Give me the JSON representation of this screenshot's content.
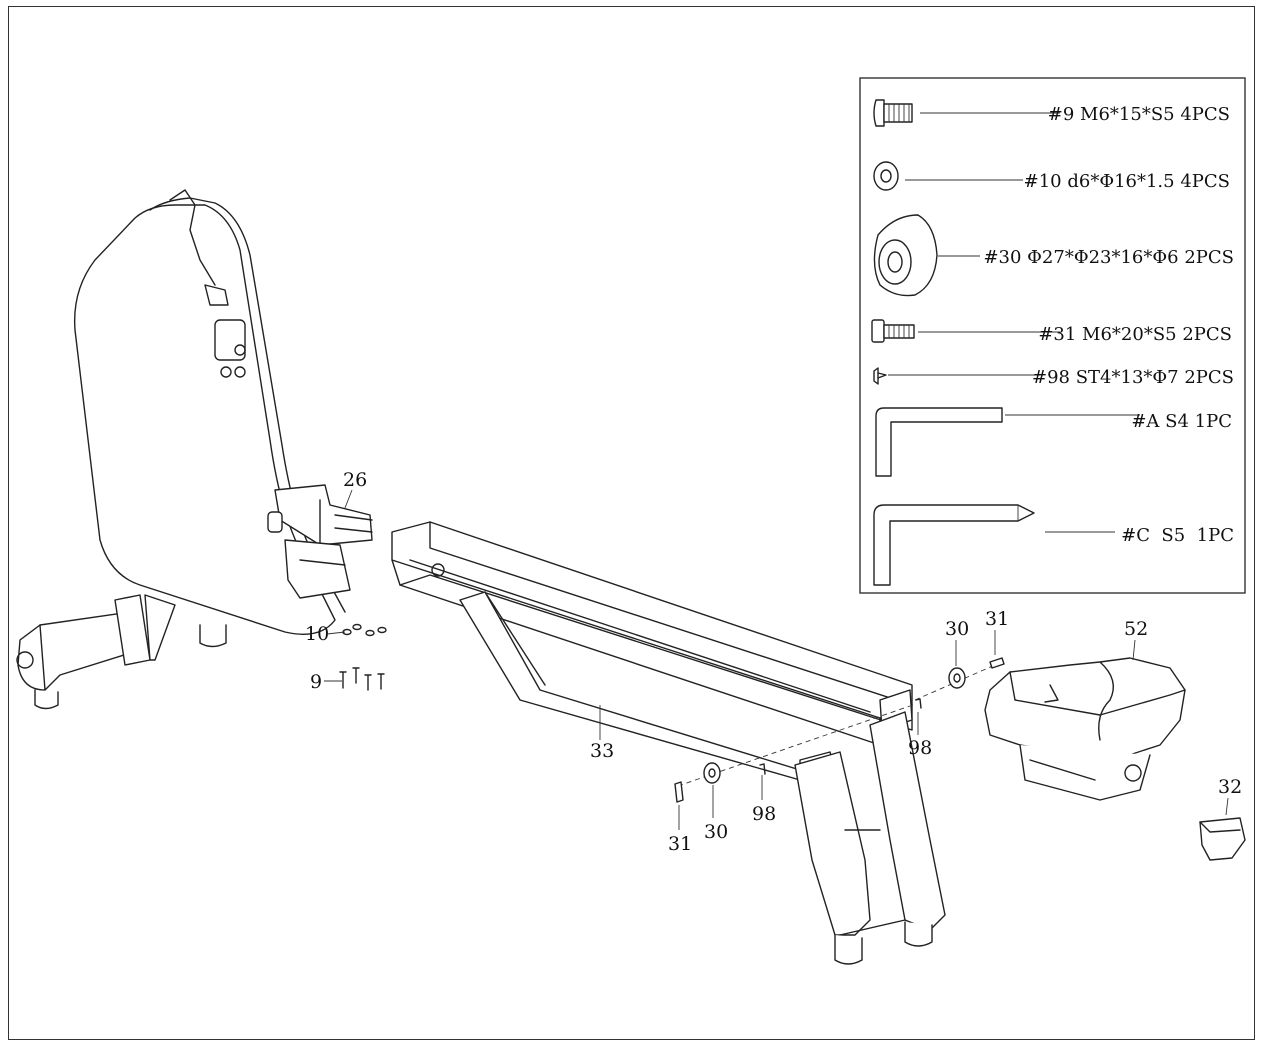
{
  "part_callouts": {
    "p26": "26",
    "p10": "10",
    "p9": "9",
    "p33": "33",
    "p31_left": "31",
    "p30_left": "30",
    "p98_left": "98",
    "p30_right": "30",
    "p31_right": "31",
    "p98_right": "98",
    "p52": "52",
    "p32": "32"
  },
  "hardware_box": {
    "items": [
      {
        "label": "#9 M6*15*S5 4PCS",
        "icon": "button-head-bolt-icon"
      },
      {
        "label": "#10 d6*Φ16*1.5 4PCS",
        "icon": "flat-washer-icon"
      },
      {
        "label": "#30 Φ27*Φ23*16*Φ6 2PCS",
        "icon": "bushing-icon"
      },
      {
        "label": "#31 M6*20*S5 2PCS",
        "icon": "socket-bolt-icon"
      },
      {
        "label": "#98 ST4*13*Φ7 2PCS",
        "icon": "tapping-screw-icon"
      },
      {
        "label": "#A S4 1PC",
        "icon": "allen-key-icon"
      },
      {
        "label": "#C  S5  1PC",
        "icon": "allen-key-screwdriver-icon"
      }
    ]
  }
}
